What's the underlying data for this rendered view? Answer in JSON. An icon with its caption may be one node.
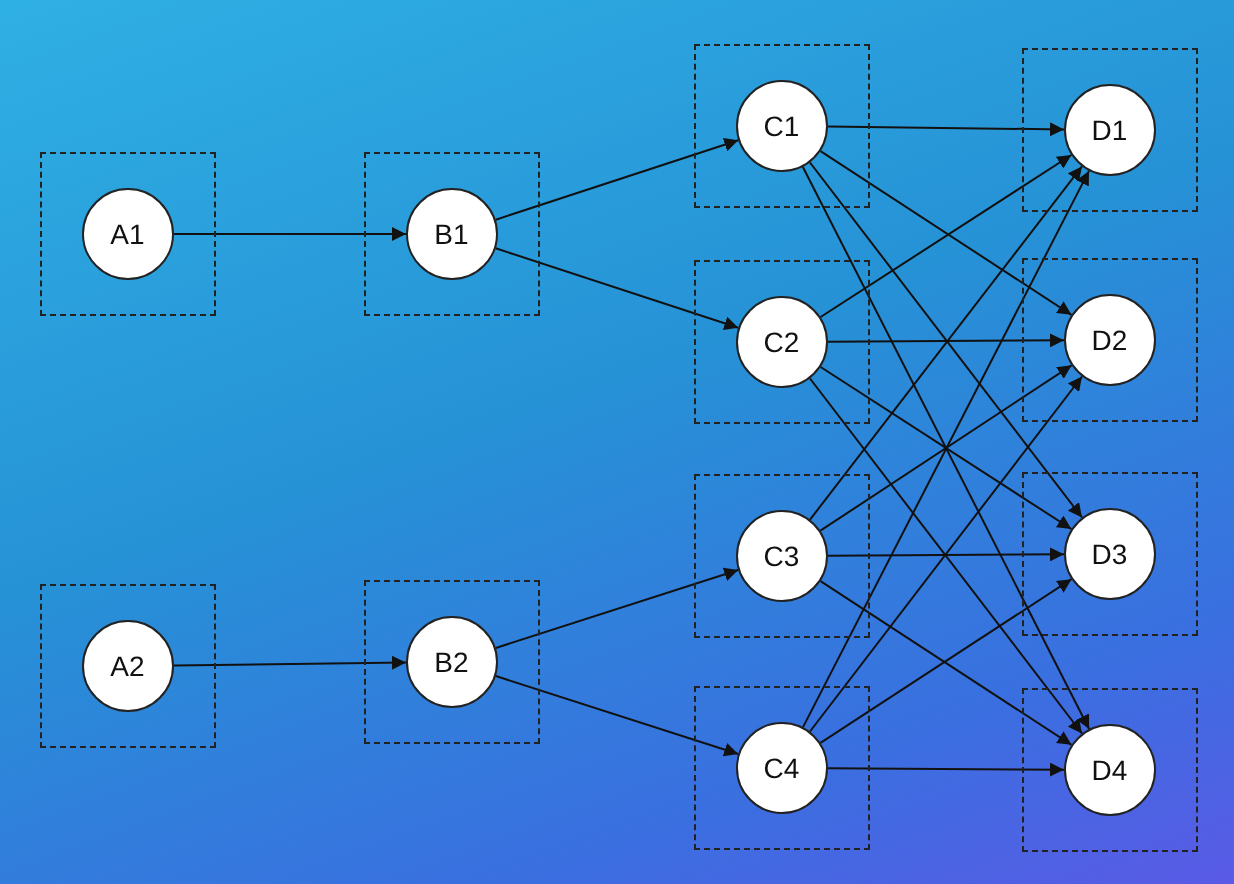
{
  "diagram": {
    "nodes": [
      {
        "text": [],
        "shape": "box"
      },
      {
        "text": [
          "A1"
        ],
        "in": 0
      },
      {
        "text": [],
        "shape": "box"
      },
      {
        "text": [
          "A2"
        ],
        "in": 2
      },
      {
        "text": [],
        "shape": "box"
      },
      {
        "text": [
          "B1"
        ],
        "in": 4
      },
      {
        "text": [],
        "shape": "box"
      },
      {
        "text": [
          "B2"
        ],
        "in": 6
      },
      {
        "text": [],
        "shape": "box"
      },
      {
        "text": [
          "C1"
        ],
        "in": 8
      },
      {
        "text": [],
        "shape": "box"
      },
      {
        "text": [
          "C2"
        ],
        "in": 10
      },
      {
        "text": [],
        "shape": "box"
      },
      {
        "text": [
          "C3"
        ],
        "in": 12
      },
      {
        "text": [],
        "shape": "box"
      },
      {
        "text": [
          "C4"
        ],
        "in": 14
      },
      {
        "text": [],
        "shape": "box"
      },
      {
        "text": [
          "D1"
        ],
        "in": 16
      },
      {
        "text": [],
        "shape": "box"
      },
      {
        "text": [
          "D2"
        ],
        "in": 18
      },
      {
        "text": [],
        "shape": "box"
      },
      {
        "text": [
          "D3"
        ],
        "in": 20
      },
      {
        "text": [],
        "shape": "box"
      },
      {
        "text": [
          "D4"
        ],
        "in": 22
      }
    ],
    "edges": [
      {
        "from": 1,
        "to": 5,
        "arrow": "to"
      },
      {
        "from": 3,
        "to": 7,
        "arrow": "to"
      },
      {
        "from": 5,
        "to": 9,
        "arrow": "to"
      },
      {
        "from": 5,
        "to": 11,
        "arrow": "to"
      },
      {
        "from": 7,
        "to": 13,
        "arrow": "to"
      },
      {
        "from": 7,
        "to": 15,
        "arrow": "to"
      },
      {
        "from": 9,
        "to": 17,
        "arrow": "to"
      },
      {
        "from": 9,
        "to": 19,
        "arrow": "to"
      },
      {
        "from": 9,
        "to": 21,
        "arrow": "to"
      },
      {
        "from": 9,
        "to": 23,
        "arrow": "to"
      },
      {
        "from": 11,
        "to": 17,
        "arrow": "to"
      },
      {
        "from": 11,
        "to": 19,
        "arrow": "to"
      },
      {
        "from": 11,
        "to": 21,
        "arrow": "to"
      },
      {
        "from": 11,
        "to": 23,
        "arrow": "to"
      },
      {
        "from": 13,
        "to": 17,
        "arrow": "to"
      },
      {
        "from": 13,
        "to": 19,
        "arrow": "to"
      },
      {
        "from": 13,
        "to": 21,
        "arrow": "to"
      },
      {
        "from": 13,
        "to": 23,
        "arrow": "to"
      },
      {
        "from": 15,
        "to": 17,
        "arrow": "to"
      },
      {
        "from": 15,
        "to": 19,
        "arrow": "to"
      },
      {
        "from": 15,
        "to": 21,
        "arrow": "to"
      },
      {
        "from": 15,
        "to": 23,
        "arrow": "to"
      }
    ]
  }
}
